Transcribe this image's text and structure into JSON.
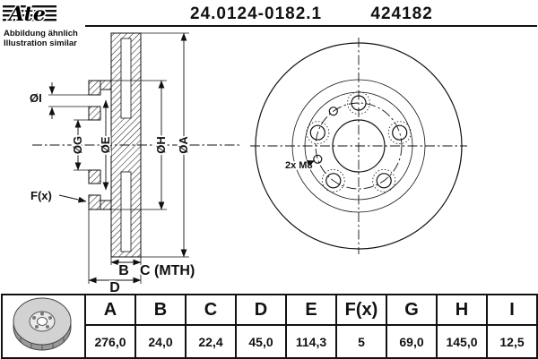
{
  "header": {
    "brand": "Ate",
    "part_number": "24.0124-0182.1",
    "ref_number": "424182",
    "note_line1": "Abbildung ähnlich",
    "note_line2": "Illustration similar"
  },
  "drawing": {
    "labels": {
      "i": "ØI",
      "g": "ØG",
      "e": "ØE",
      "h": "ØH",
      "a": "ØA",
      "f": "F(x)",
      "b": "B",
      "c": "C (MTH)",
      "d": "D",
      "m8": "2x M8"
    }
  },
  "table": {
    "headers": [
      "A",
      "B",
      "C",
      "D",
      "E",
      "F(x)",
      "G",
      "H",
      "I"
    ],
    "values": [
      "276,0",
      "24,0",
      "22,4",
      "45,0",
      "114,3",
      "5",
      "69,0",
      "145,0",
      "12,5"
    ]
  },
  "icons": {
    "thumbnail": "brake-disc-thumbnail",
    "logo": "ate-logo"
  }
}
